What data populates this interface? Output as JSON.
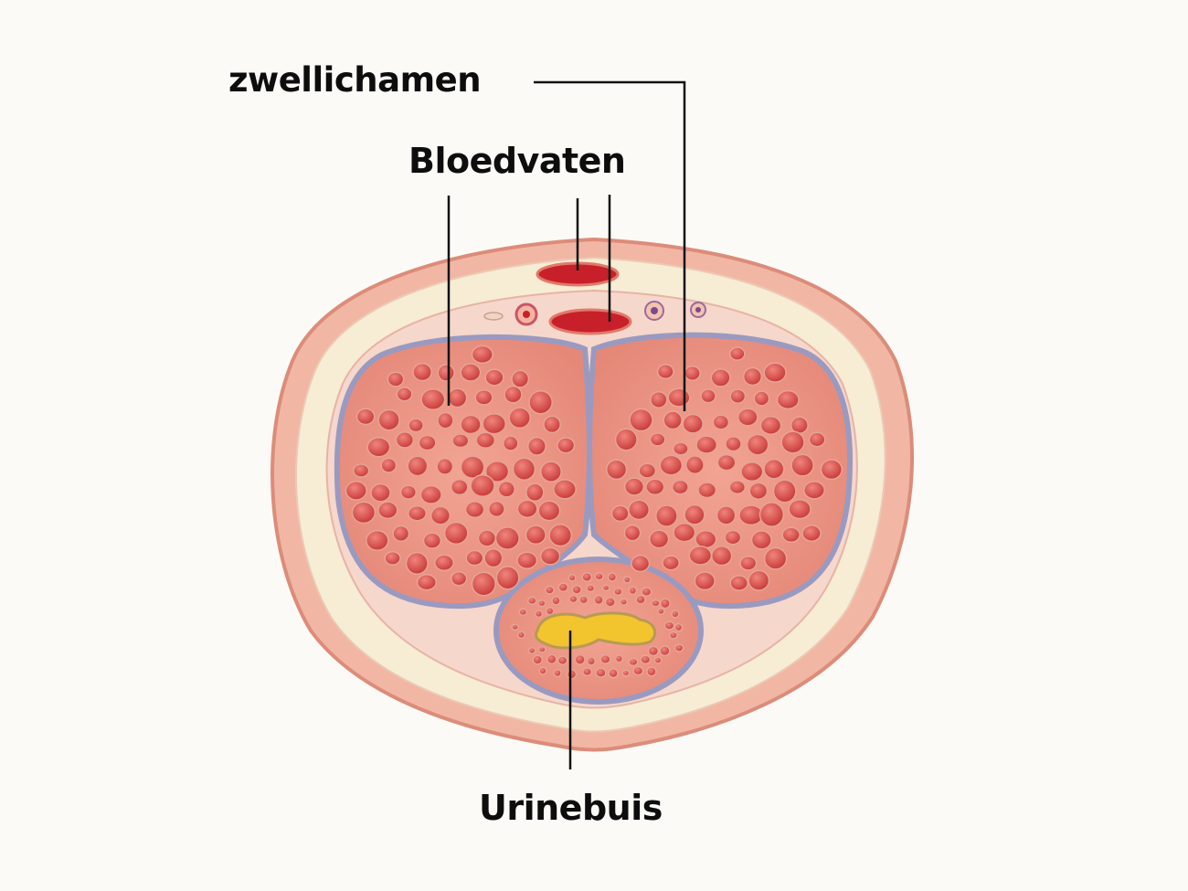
{
  "labels": {
    "swelling_bodies": "zwellichamen",
    "blood_vessels": "Bloedvaten",
    "urethra": "Urinebuis"
  },
  "colors": {
    "background": "#fbfaf6",
    "skin": "#f1b7a4",
    "skin_outline": "#dc8c7a",
    "fat": "#f7ecd4",
    "fascia": "#f6d7cc",
    "tunica": "#9a9ac0",
    "erectile_tissue": "#e98d7f",
    "sinusoid": "#d9514c",
    "vessel": "#c8202a",
    "urethral_lumen": "#f2c42e",
    "leader_line": "#111111"
  }
}
